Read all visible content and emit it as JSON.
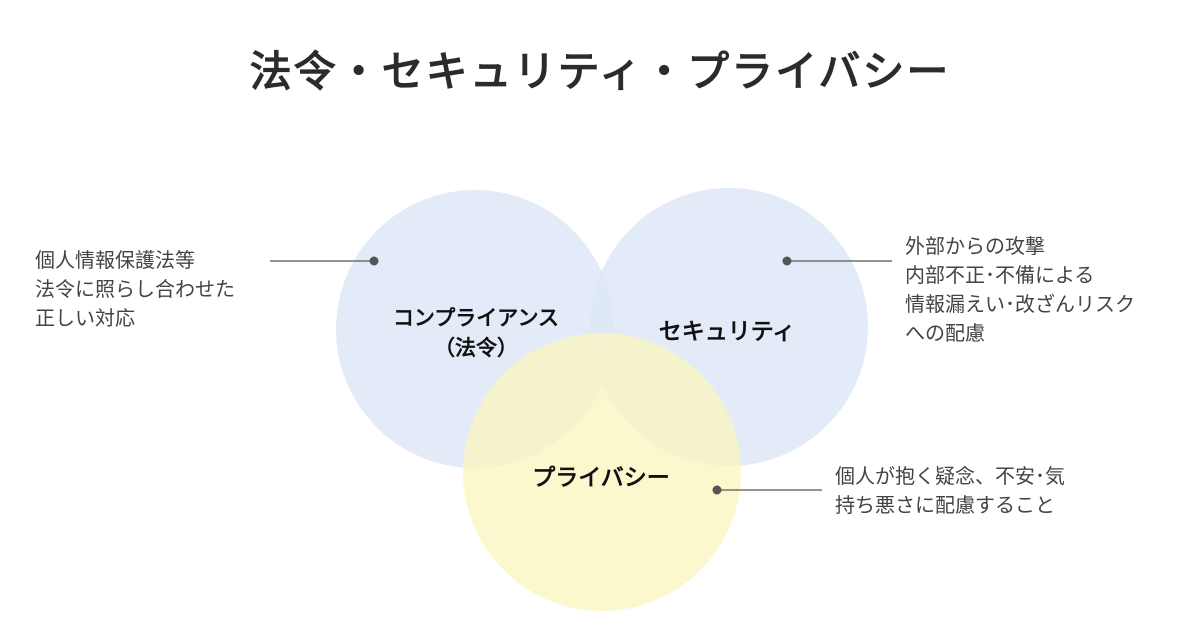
{
  "title": "法令・セキュリティ・プライバシー",
  "colors": {
    "blue_circle": "#dde8f6",
    "yellow_circle": "#fbf6bd",
    "connector": "#555555",
    "title_text": "#2b2b2b",
    "annotation_text": "#444444"
  },
  "circles": {
    "compliance": {
      "label_line1": "コンプライアンス",
      "label_line2": "（法令）"
    },
    "security": {
      "label": "セキュリティ"
    },
    "privacy": {
      "label": "プライバシー"
    }
  },
  "annotations": {
    "compliance": {
      "lines": [
        "個人情報保護法等",
        "法令に照らし合わせた",
        "正しい対応"
      ]
    },
    "security": {
      "lines": [
        "外部からの攻撃",
        "内部不正･不備による",
        "情報漏えい･改ざんリスク",
        "への配慮"
      ]
    },
    "privacy": {
      "lines": [
        "個人が抱く疑念、不安･気",
        "持ち悪さに配慮すること"
      ]
    }
  }
}
